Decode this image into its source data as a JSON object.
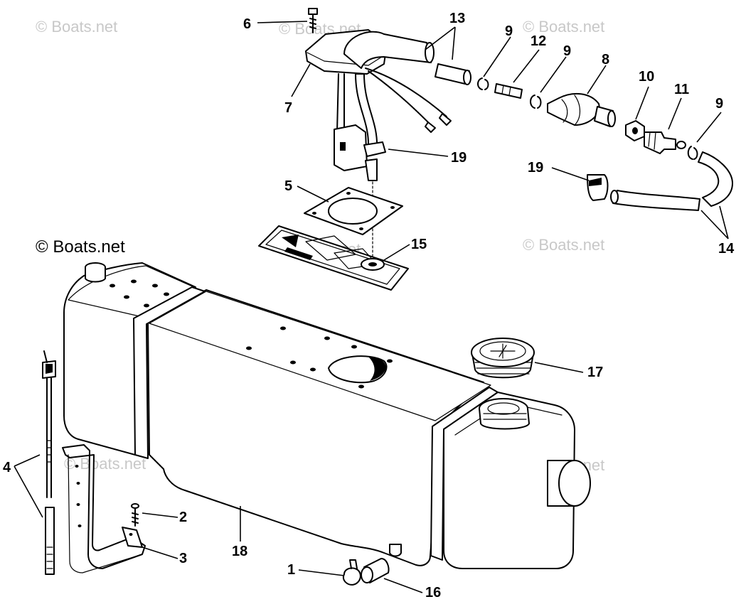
{
  "watermarks": {
    "main": "© Boats.net",
    "faded": "© Boats.net"
  },
  "callouts": {
    "c1": "1",
    "c2": "2",
    "c3": "3",
    "c4": "4",
    "c5": "5",
    "c6": "6",
    "c7": "7",
    "c8": "8",
    "c9a": "9",
    "c9b": "9",
    "c9c": "9",
    "c10": "10",
    "c11": "11",
    "c12": "12",
    "c13": "13",
    "c14": "14",
    "c15": "15",
    "c16": "16",
    "c17": "17",
    "c18": "18",
    "c19a": "19",
    "c19b": "19"
  },
  "colors": {
    "line": "#000000",
    "watermark": "#c8c8c8",
    "background": "#ffffff"
  }
}
